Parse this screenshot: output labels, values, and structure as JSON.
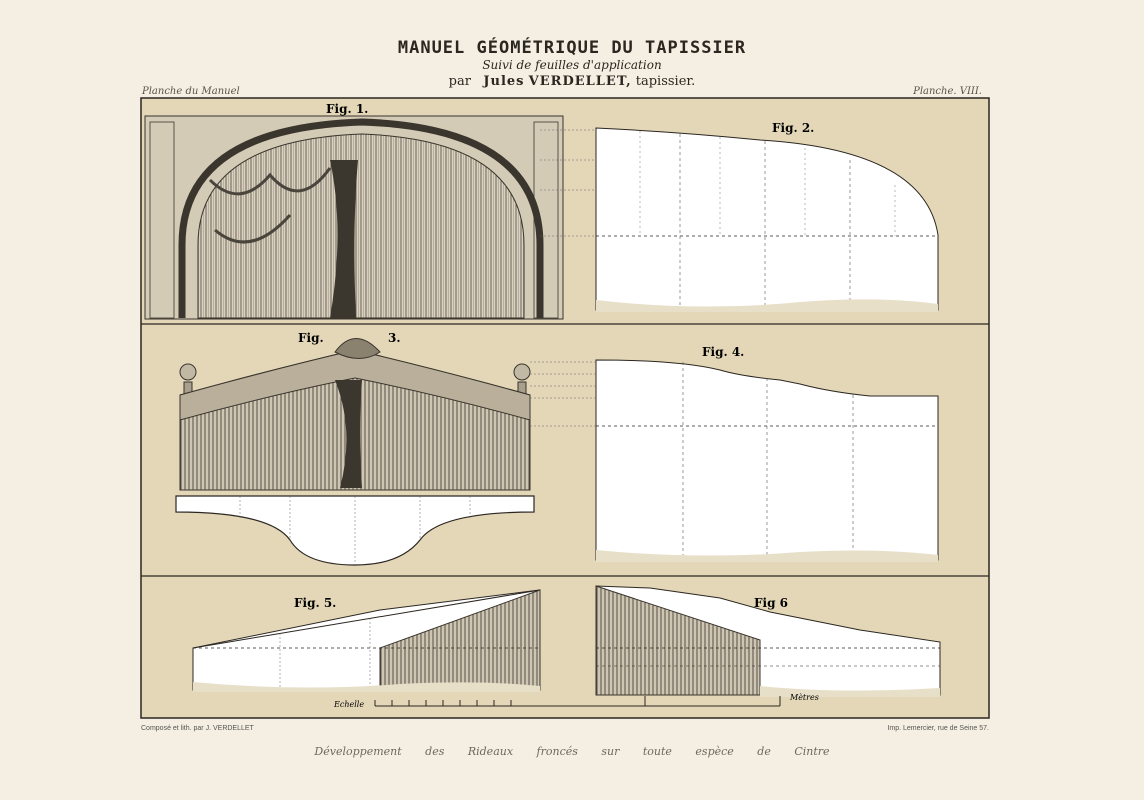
{
  "header": {
    "title": "MANUEL GÉOMÉTRIQUE DU TAPISSIER",
    "subtitle": "Suivi de feuilles d'application",
    "author_prefix": "par",
    "author_first": "Jules",
    "author_last": "VERDELLET,",
    "author_trade": "tapissier."
  },
  "corners": {
    "left": "Planche du Manuel",
    "right": "Planche. VIII."
  },
  "figures": {
    "fig1": "Fig. 1.",
    "fig2": "Fig. 2.",
    "fig3a": "Fig.",
    "fig3b": "3.",
    "fig4": "Fig. 4.",
    "fig5": "Fig. 5.",
    "fig6": "Fig 6"
  },
  "scale": {
    "left": "Echelle",
    "right": "Mètres"
  },
  "footer": {
    "left": "Composé et lith. par J. VERDELLET",
    "right": "Imp. Lemercier, rue de Seine 57.",
    "caption": "Développement des Rideaux froncés sur toute espèce de Cintre"
  },
  "colors": {
    "paper": "#f4efe2",
    "panel": "#e3d7b8",
    "ink": "#2b2620"
  }
}
